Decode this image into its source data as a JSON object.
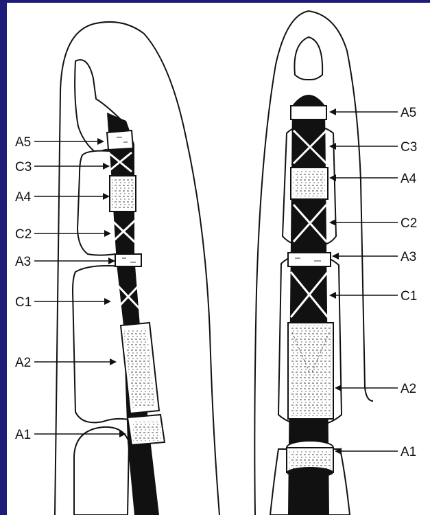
{
  "left_view": {
    "pulleys": [
      {
        "label": "A5"
      },
      {
        "label": "C3"
      },
      {
        "label": "A4"
      },
      {
        "label": "C2"
      },
      {
        "label": "A3"
      },
      {
        "label": "C1"
      },
      {
        "label": "A2"
      },
      {
        "label": "A1"
      }
    ]
  },
  "right_view": {
    "pulleys": [
      {
        "label": "A5"
      },
      {
        "label": "C3"
      },
      {
        "label": "A4"
      },
      {
        "label": "C2"
      },
      {
        "label": "A3"
      },
      {
        "label": "C1"
      },
      {
        "label": "A2"
      },
      {
        "label": "A1"
      }
    ]
  },
  "colors": {
    "background_frame": "#1e1c7a",
    "figure_background": "#ffffff",
    "ink": "#111111"
  }
}
